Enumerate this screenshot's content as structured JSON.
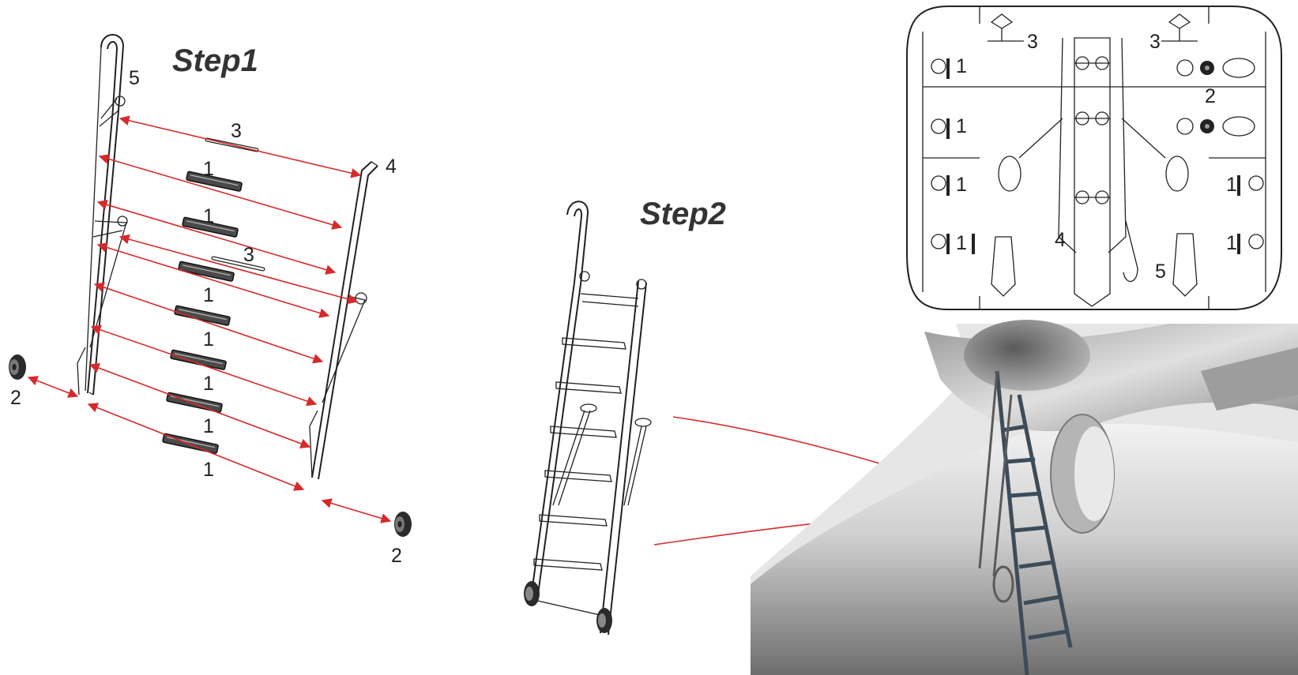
{
  "step1": {
    "title": "Step1"
  },
  "step2": {
    "title": "Step2"
  },
  "step1_callouts": {
    "part5": "5",
    "part4": "4",
    "pin_top": "3",
    "pin_mid": "3",
    "rungs": [
      "1",
      "1",
      "1",
      "1",
      "1",
      "1",
      "1"
    ],
    "wheel_left": "2",
    "wheel_right": "2"
  },
  "sprue_callouts": {
    "pin_left": "3",
    "pin_right": "3",
    "rungs_left": [
      "1",
      "1",
      "1",
      "1"
    ],
    "wheel": "2",
    "rungs_right": [
      "1",
      "1"
    ],
    "part4": "4",
    "part5": "5"
  },
  "colors": {
    "arrow": "#d62a2a",
    "line": "#222222",
    "render_bg": "#d9d9d9"
  },
  "icons": [
    "arrow-icon",
    "wheel-icon",
    "ladder-icon",
    "sprue-frame-icon"
  ]
}
